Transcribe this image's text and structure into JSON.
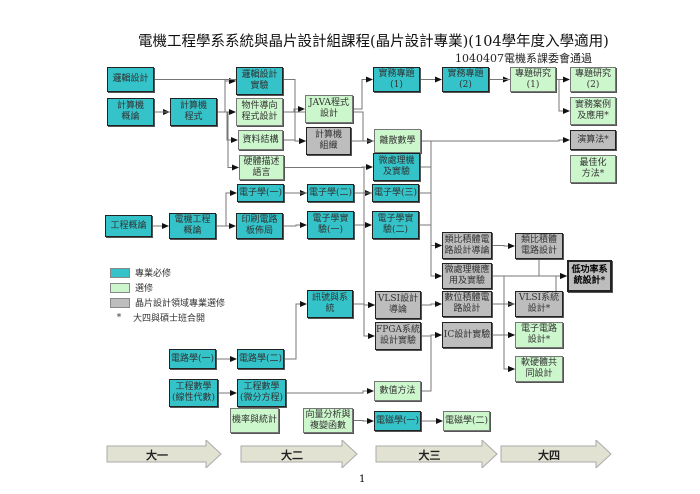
{
  "title": "電機工程學系系統與晶片設計組課程(晶片設計專業)(104學年度入學適用)",
  "subtitle": "1040407電機系課委會通過",
  "colors": {
    "required": "#33c3c9",
    "elective": "#ccf6cc",
    "chip": "#bdbdbd"
  },
  "legend": [
    {
      "type": "required",
      "label": "專業必修"
    },
    {
      "type": "elective",
      "label": "選修"
    },
    {
      "type": "chip",
      "label": "晶片設計領域專業選修"
    },
    {
      "type": "star",
      "symbol": "*",
      "label": "大四與碩士班合開"
    }
  ],
  "nodes": [
    {
      "id": "logic",
      "label": "邏輯設計",
      "cat": "required"
    },
    {
      "id": "intro_cs",
      "label": "計算機\n概論",
      "cat": "required"
    },
    {
      "id": "prog",
      "label": "計算機\n程式",
      "cat": "required"
    },
    {
      "id": "logic_lab",
      "label": "邏輯設計\n實驗",
      "cat": "required"
    },
    {
      "id": "oop",
      "label": "物件導向\n程式設計",
      "cat": "elective"
    },
    {
      "id": "java",
      "label": "JAVA程式\n設計",
      "cat": "elective"
    },
    {
      "id": "ds",
      "label": "資料結構",
      "cat": "elective"
    },
    {
      "id": "co",
      "label": "計算機\n組織",
      "cat": "chip"
    },
    {
      "id": "hdl",
      "label": "硬體描述\n語言",
      "cat": "elective"
    },
    {
      "id": "discrete",
      "label": "離散數學",
      "cat": "elective"
    },
    {
      "id": "micro_lab",
      "label": "微處理機\n及實驗",
      "cat": "required"
    },
    {
      "id": "proj1",
      "label": "實務專題\n(1)",
      "cat": "required"
    },
    {
      "id": "proj2",
      "label": "實務專題\n(2)",
      "cat": "required"
    },
    {
      "id": "research1",
      "label": "專題研究\n(1)",
      "cat": "elective"
    },
    {
      "id": "research2",
      "label": "專題研究\n(2)",
      "cat": "elective"
    },
    {
      "id": "cases",
      "label": "實務案例\n及應用*",
      "cat": "elective"
    },
    {
      "id": "algo",
      "label": "演算法*",
      "cat": "chip"
    },
    {
      "id": "optim",
      "label": "最佳化\n方法*",
      "cat": "elective"
    },
    {
      "id": "elec1",
      "label": "電子學(一)",
      "cat": "required"
    },
    {
      "id": "elec2",
      "label": "電子學(二)",
      "cat": "required"
    },
    {
      "id": "elec3",
      "label": "電子學(三)",
      "cat": "required"
    },
    {
      "id": "eng_intro",
      "label": "工程概論",
      "cat": "required"
    },
    {
      "id": "ee_intro",
      "label": "電機工程\n概論",
      "cat": "required"
    },
    {
      "id": "pcb",
      "label": "印刷電路\n板佈局",
      "cat": "required"
    },
    {
      "id": "elab1",
      "label": "電子學實\n驗(一)",
      "cat": "required"
    },
    {
      "id": "elab2",
      "label": "電子學實\n驗(二)",
      "cat": "required"
    },
    {
      "id": "analog_intro",
      "label": "類比積體電\n路設計導論",
      "cat": "chip"
    },
    {
      "id": "analog",
      "label": "類比積體\n電路設計",
      "cat": "chip"
    },
    {
      "id": "micro_app",
      "label": "微處理機應\n用及實驗",
      "cat": "chip"
    },
    {
      "id": "lowpower",
      "label": "低功率系\n統設計*",
      "cat": "chip",
      "bold": true
    },
    {
      "id": "digital_ic",
      "label": "數位積體電\n路設計",
      "cat": "chip"
    },
    {
      "id": "vlsi_sys",
      "label": "VLSI系統\n設計*",
      "cat": "chip"
    },
    {
      "id": "ic_lab",
      "label": "IC設計實驗",
      "cat": "chip"
    },
    {
      "id": "ecircuit",
      "label": "電子電路\n設計*",
      "cat": "elective"
    },
    {
      "id": "codesign",
      "label": "軟硬體共\n同設計",
      "cat": "elective"
    },
    {
      "id": "signals",
      "label": "訊號與系\n統",
      "cat": "required"
    },
    {
      "id": "vlsi_intro",
      "label": "VLSI設計\n導論",
      "cat": "chip"
    },
    {
      "id": "fpga",
      "label": "FPGA系統\n設計實驗",
      "cat": "chip"
    },
    {
      "id": "circuit1",
      "label": "電路學(一)",
      "cat": "required"
    },
    {
      "id": "circuit2",
      "label": "電路學(二)",
      "cat": "required"
    },
    {
      "id": "em_la",
      "label": "工程數學\n(線性代數)",
      "cat": "required"
    },
    {
      "id": "em_de",
      "label": "工程數學\n(微分方程)",
      "cat": "required"
    },
    {
      "id": "numerical",
      "label": "數值方法",
      "cat": "elective"
    },
    {
      "id": "prob",
      "label": "機率與統計",
      "cat": "elective"
    },
    {
      "id": "vector",
      "label": "向量分析與\n複變函數",
      "cat": "elective"
    },
    {
      "id": "emag1",
      "label": "電磁學(一)",
      "cat": "required"
    },
    {
      "id": "emag2",
      "label": "電磁學(二)",
      "cat": "elective"
    }
  ],
  "edges": [
    [
      "logic",
      "logic_lab"
    ],
    [
      "intro_cs",
      "prog"
    ],
    [
      "intro_cs",
      "logic_lab"
    ],
    [
      "prog",
      "oop"
    ],
    [
      "prog",
      "ds"
    ],
    [
      "prog",
      "hdl"
    ],
    [
      "oop",
      "java"
    ],
    [
      "java",
      "proj1"
    ],
    [
      "ds",
      "co"
    ],
    [
      "logic",
      "co"
    ],
    [
      "oop",
      "discrete"
    ],
    [
      "hdl",
      "micro_lab"
    ],
    [
      "proj1",
      "proj2"
    ],
    [
      "proj2",
      "research1"
    ],
    [
      "research1",
      "research2"
    ],
    [
      "proj2",
      "cases"
    ],
    [
      "discrete",
      "algo"
    ],
    [
      "elec1",
      "elec2"
    ],
    [
      "elec2",
      "elec3"
    ],
    [
      "eng_intro",
      "ee_intro"
    ],
    [
      "ee_intro",
      "pcb"
    ],
    [
      "ee_intro",
      "elec1"
    ],
    [
      "pcb",
      "elab1"
    ],
    [
      "elab1",
      "elab2"
    ],
    [
      "elab2",
      "analog_intro"
    ],
    [
      "micro_lab",
      "analog_intro"
    ],
    [
      "elec3",
      "analog_intro"
    ],
    [
      "analog_intro",
      "analog"
    ],
    [
      "micro_app",
      "lowpower"
    ],
    [
      "analog",
      "lowpower"
    ],
    [
      "digital_ic",
      "vlsi_sys"
    ],
    [
      "digital_ic",
      "lowpower"
    ],
    [
      "ic_lab",
      "ecircuit"
    ],
    [
      "ic_lab",
      "codesign"
    ],
    [
      "micro_app",
      "codesign"
    ],
    [
      "vlsi_intro",
      "digital_ic"
    ],
    [
      "fpga",
      "ic_lab"
    ],
    [
      "co",
      "micro_app"
    ],
    [
      "elec2",
      "vlsi_intro"
    ],
    [
      "hdl",
      "fpga"
    ],
    [
      "signals",
      "vlsi_intro"
    ],
    [
      "circuit2",
      "signals"
    ],
    [
      "circuit1",
      "circuit2"
    ],
    [
      "em_la",
      "em_de"
    ],
    [
      "em_de",
      "numerical"
    ],
    [
      "numerical",
      "ic_lab"
    ],
    [
      "vector",
      "emag1"
    ],
    [
      "emag1",
      "emag2"
    ],
    [
      "elec1",
      "micro_app"
    ],
    [
      "digital_ic",
      "ecircuit"
    ]
  ],
  "years": [
    "大一",
    "大二",
    "大三",
    "大四"
  ],
  "page_number": "1"
}
